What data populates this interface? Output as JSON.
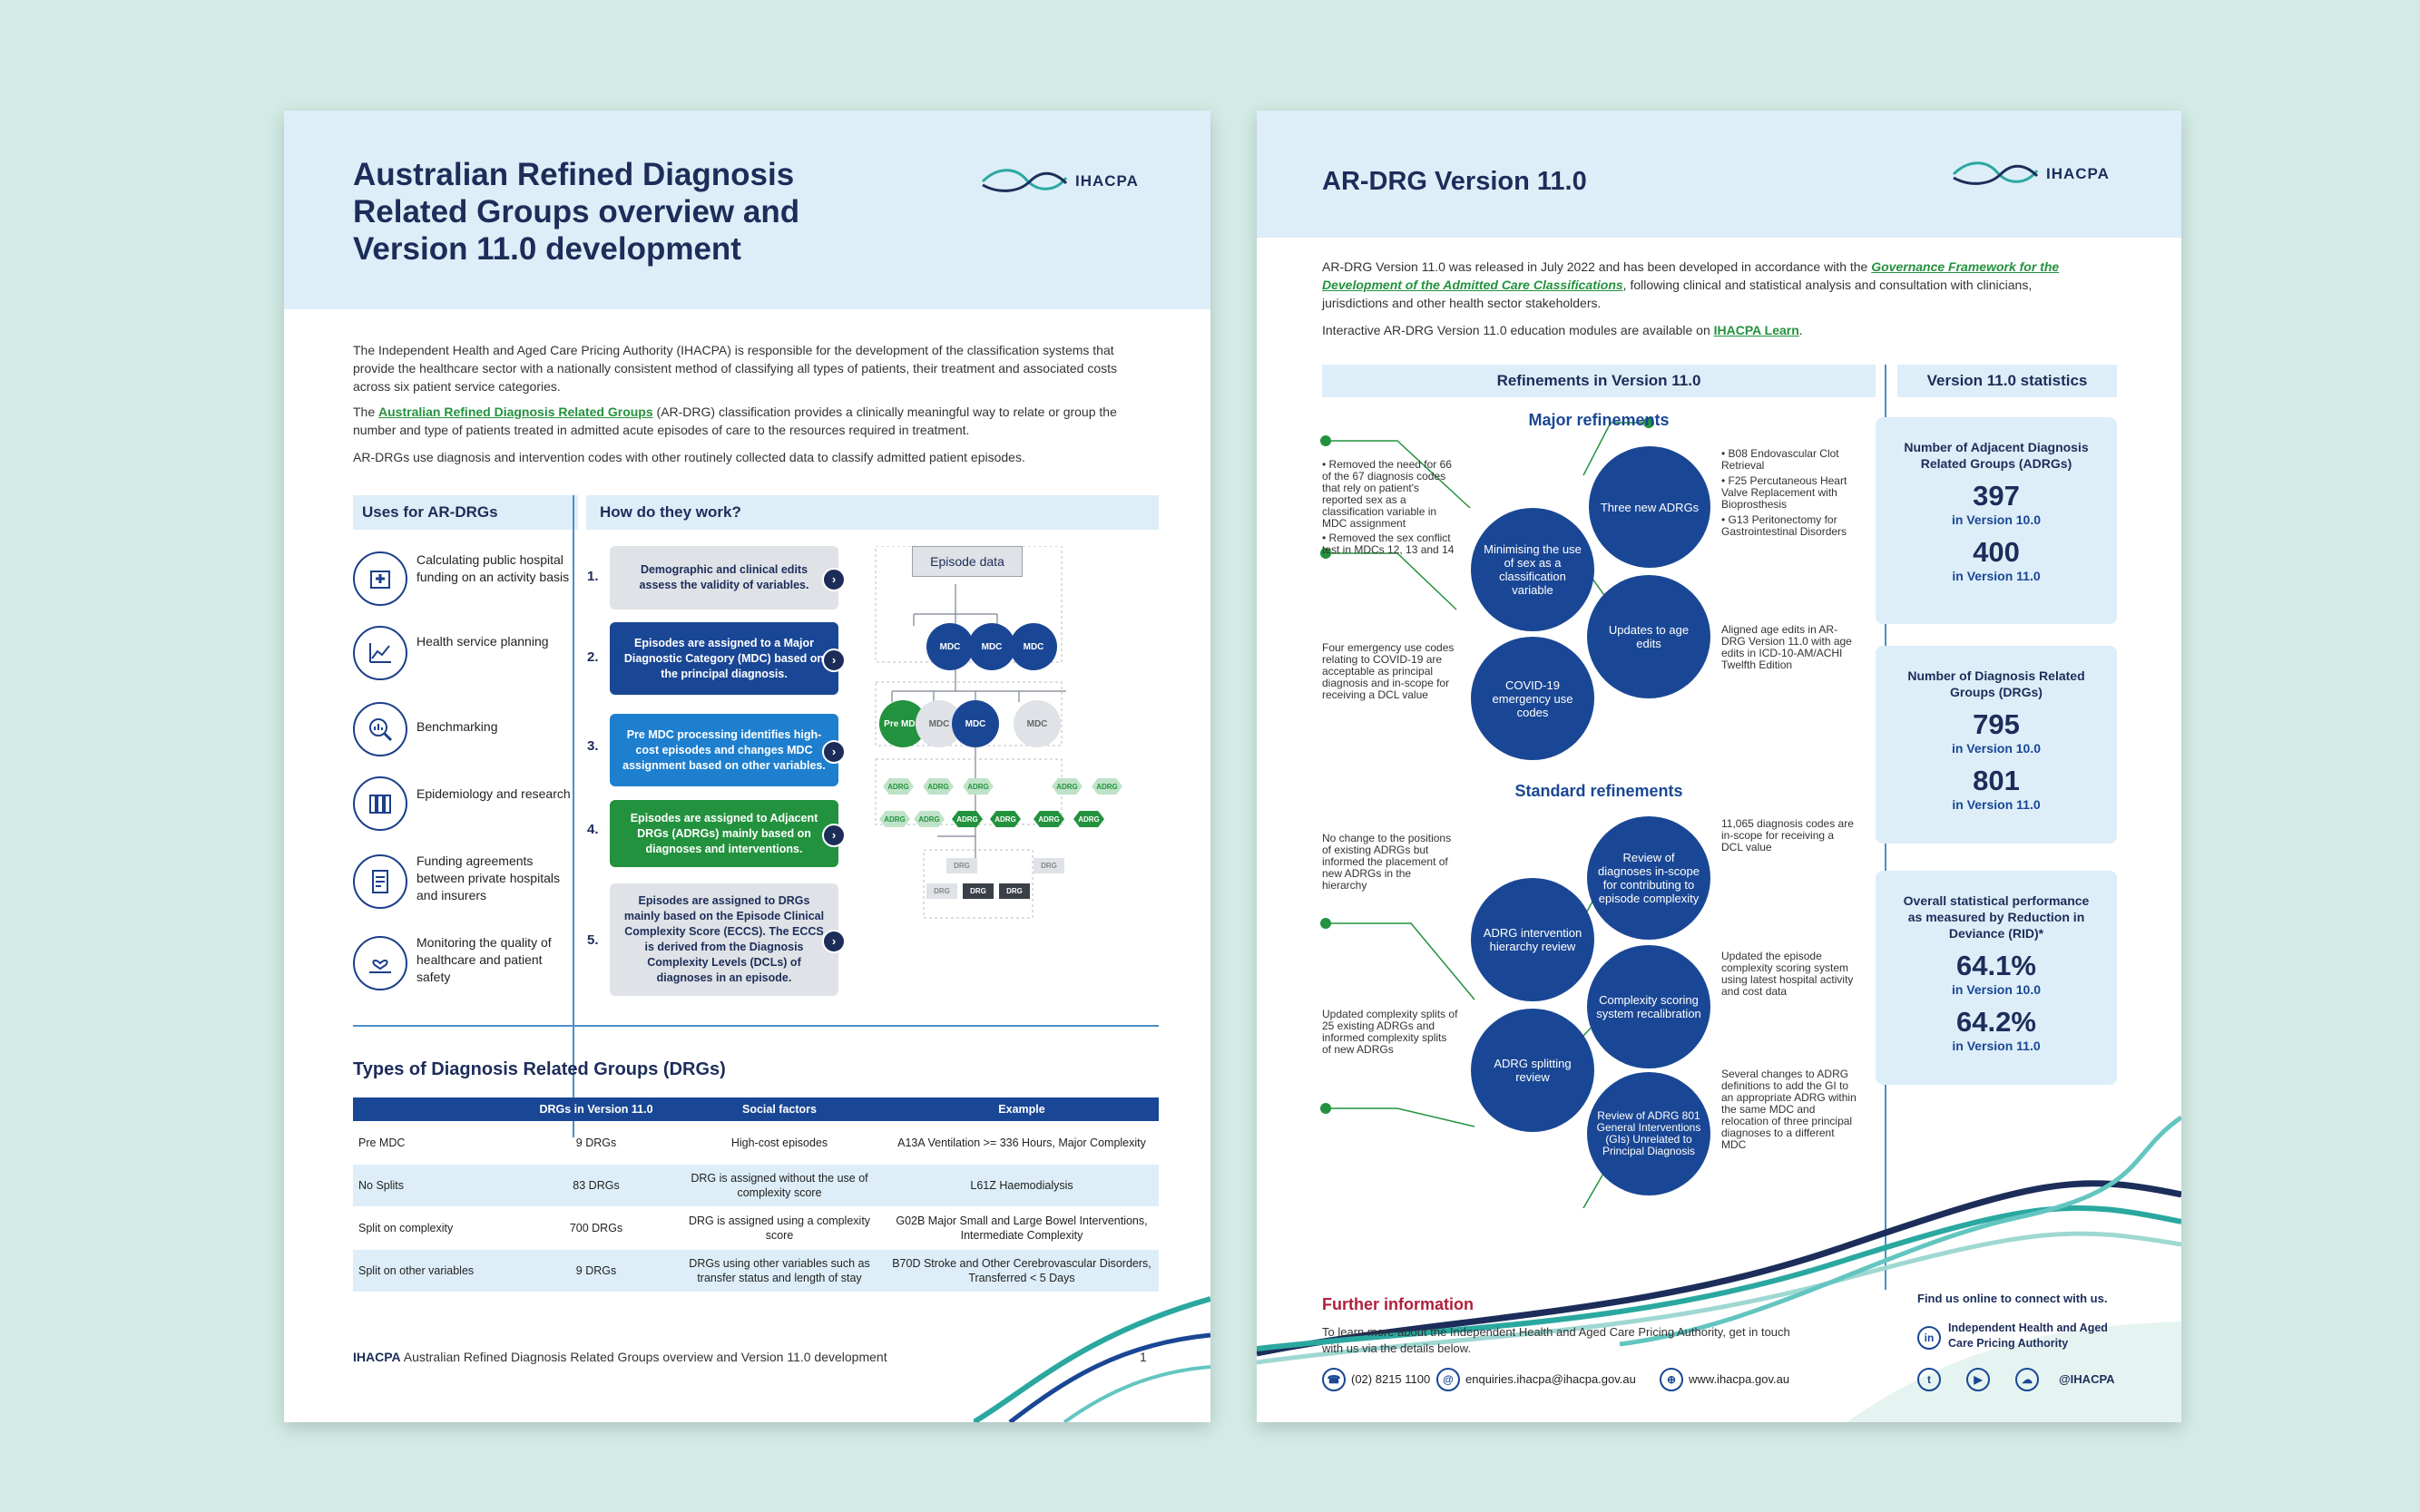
{
  "page1": {
    "title_lines": [
      "Australian Refined Diagnosis",
      "Related Groups overview and",
      "Version 11.0 development"
    ],
    "logo_text": "IHACPA",
    "intro_p1": "The Independent Health and Aged Care Pricing Authority (IHACPA) is responsible for the development of the classification systems that provide the healthcare sector with a nationally consistent method of classifying all types of patients, their treatment and associated costs across six patient service categories.",
    "intro_p2_pre": "The ",
    "intro_p2_link": "Australian Refined Diagnosis Related Groups",
    "intro_p2_post": " (AR-DRG) classification provides a clinically meaningful way to relate or group the number and type of patients treated in admitted acute episodes of care to the resources required in treatment.",
    "intro_p3": "AR-DRGs use diagnosis and intervention codes with other routinely collected data to classify admitted patient episodes.",
    "uses_heading": "Uses for AR-DRGs",
    "how_heading": "How do they work?",
    "uses": [
      {
        "label": "Calculating public hospital funding on an activity basis",
        "icon": "hospital-cross-icon"
      },
      {
        "label": "Health service planning",
        "icon": "chart-trend-icon"
      },
      {
        "label": "Benchmarking",
        "icon": "magnifier-chart-icon"
      },
      {
        "label": "Epidemiology and research",
        "icon": "books-icon"
      },
      {
        "label": "Funding agreements between private hospitals and insurers",
        "icon": "document-icon"
      },
      {
        "label": "Monitoring the quality of healthcare and patient safety",
        "icon": "hand-heart-icon"
      }
    ],
    "steps": [
      {
        "num": "1.",
        "text": "Demographic and clinical edits assess the validity of variables."
      },
      {
        "num": "2.",
        "text": "Episodes are assigned to a Major Diagnostic Category (MDC) based on the principal diagnosis."
      },
      {
        "num": "3.",
        "text": "Pre MDC processing identifies high-cost episodes and changes MDC assignment based on other variables."
      },
      {
        "num": "4.",
        "text": "Episodes are assigned to Adjacent DRGs (ADRGs) mainly based on diagnoses and interventions."
      },
      {
        "num": "5.",
        "text": "Episodes are assigned to DRGs mainly based on the Episode Clinical Complexity Score (ECCS). The ECCS is derived from the Diagnosis Complexity Levels (DCLs) of diagnoses in an episode."
      }
    ],
    "flow": {
      "episode_data": "Episode data",
      "mdc": "MDC",
      "pre_mdc": "Pre MDC",
      "adrg": "ADRG",
      "drg": "DRG"
    },
    "types_heading": "Types of Diagnosis Related Groups (DRGs)",
    "table": {
      "headers": [
        "",
        "DRGs in Version 11.0",
        "Social factors",
        "Example"
      ],
      "rows": [
        [
          "Pre MDC",
          "9 DRGs",
          "High-cost episodes",
          "A13A Ventilation >= 336 Hours, Major Complexity"
        ],
        [
          "No Splits",
          "83 DRGs",
          "DRG is assigned without the use of complexity score",
          "L61Z Haemodialysis"
        ],
        [
          "Split on complexity",
          "700 DRGs",
          "DRG is assigned using a complexity score",
          "G02B Major Small and Large Bowel Interventions, Intermediate Complexity"
        ],
        [
          "Split on other variables",
          "9 DRGs",
          "DRGs using other variables such as transfer status and length of stay",
          "B70D Stroke and Other Cerebrovascular Disorders, Transferred < 5 Days"
        ]
      ]
    },
    "footer_bold": "IHACPA",
    "footer_text": " Australian Refined Diagnosis Related Groups overview and Version 11.0 development",
    "page_number": "1"
  },
  "page2": {
    "title": "AR-DRG Version 11.0",
    "logo_text": "IHACPA",
    "intro_pre": "AR-DRG Version 11.0 was released in July 2022 and has been developed in accordance with the ",
    "intro_link": "Governance Framework for the Development of the Admitted Care Classifications",
    "intro_post": ", following clinical and statistical analysis and consultation with clinicians, jurisdictions and other health sector stakeholders.",
    "edu_pre": "Interactive AR-DRG Version 11.0 education modules are available on ",
    "edu_link": "IHACPA Learn",
    "edu_post": ".",
    "refinements_heading": "Refinements in Version 11.0",
    "stats_heading": "Version 11.0 statistics",
    "major_heading": "Major refinements",
    "standard_heading": "Standard refinements",
    "major_bubbles": [
      "Minimising the use of sex as a classification variable",
      "Three new ADRGs",
      "Updates to age edits",
      "COVID-19 emergency use codes"
    ],
    "major_notes": {
      "sex": [
        "Removed the need for 66 of the 67 diagnosis codes that rely on patient's reported sex as a classification variable in MDC assignment",
        "Removed the sex conflict test in MDCs 12, 13 and 14"
      ],
      "adrgs": [
        "B08 Endovascular Clot Retrieval",
        "F25 Percutaneous Heart Valve Replacement with Bioprosthesis",
        "G13 Peritonectomy for Gastrointestinal Disorders"
      ],
      "age": "Aligned age edits in AR-DRG Version 11.0 with age edits in ICD-10-AM/ACHI Twelfth Edition",
      "covid": "Four emergency use codes relating to COVID-19 are acceptable as principal diagnosis and in-scope for receiving a DCL value"
    },
    "standard_bubbles": [
      "Review of diagnoses in-scope for contributing to episode complexity",
      "ADRG intervention hierarchy review",
      "Complexity scoring system recalibration",
      "ADRG splitting review",
      "Review of ADRG 801 General Interventions (GIs) Unrelated to Principal Diagnosis"
    ],
    "standard_notes": {
      "hierarchy": "No change to the positions of existing ADRGs but informed the placement of new ADRGs in the hierarchy",
      "diagnoses": "11,065 diagnosis codes are in-scope for receiving a DCL value",
      "scoring": "Updated the episode complexity scoring system using latest hospital activity and cost data",
      "splitting": "Updated complexity splits of 25 existing ADRGs and informed complexity splits of new ADRGs",
      "adrg801": "Several changes to ADRG definitions to add the GI to an appropriate ADRG within the same MDC and relocation of three principal diagnoses to a different MDC"
    },
    "stats": [
      {
        "label": "Number of Adjacent Diagnosis Related Groups (ADRGs)",
        "v10": "397",
        "v10_label": "in Version 10.0",
        "v11": "400",
        "v11_label": "in Version 11.0"
      },
      {
        "label": "Number of Diagnosis Related Groups (DRGs)",
        "v10": "795",
        "v10_label": "in Version 10.0",
        "v11": "801",
        "v11_label": "in Version 11.0"
      },
      {
        "label": "Overall statistical performance as measured by Reduction in Deviance (RID)*",
        "v10": "64.1%",
        "v10_label": "in Version 10.0",
        "v11": "64.2%",
        "v11_label": "in Version 11.0"
      }
    ],
    "further_heading": "Further information",
    "further_text": "To learn more about the Independent Health and Aged Care Pricing Authority, get in touch with us via the details below.",
    "phone": "(02) 8215 1100",
    "email": "enquiries.ihacpa@ihacpa.gov.au",
    "web": "www.ihacpa.gov.au",
    "find_us": "Find us online to connect with us.",
    "linkedin": "Independent Health and Aged Care Pricing Authority",
    "handle": "@IHACPA"
  },
  "colors": {
    "navy": "#1c2d5a",
    "blue": "#1a4795",
    "green": "#23923e",
    "light_blue": "#ddeef8",
    "background": "#d3ebe5"
  }
}
